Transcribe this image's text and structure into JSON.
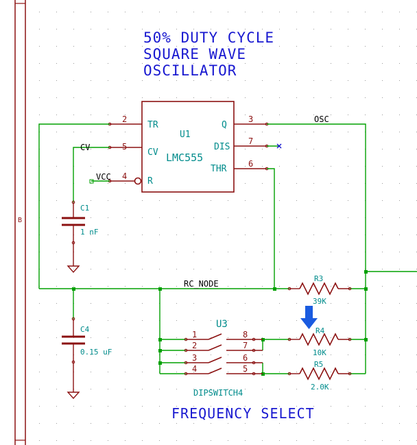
{
  "title": {
    "line1": "50% DUTY CYCLE",
    "line2": "SQUARE WAVE",
    "line3": "OSCILLATOR"
  },
  "footer": "FREQUENCY SELECT",
  "border_label": "B",
  "u1": {
    "ref": "U1",
    "value": "LMC555",
    "pins": [
      {
        "num": "2",
        "name": "TR"
      },
      {
        "num": "5",
        "name": "CV"
      },
      {
        "num": "4",
        "name": "R"
      },
      {
        "num": "3",
        "name": "Q"
      },
      {
        "num": "7",
        "name": "DIS"
      },
      {
        "num": "6",
        "name": "THR"
      }
    ]
  },
  "nets": {
    "cv": "CV",
    "vcc": "VCC",
    "osc": "OSC",
    "rc_node": "RC_NODE"
  },
  "c1": {
    "ref": "C1",
    "value": "1 nF"
  },
  "c4": {
    "ref": "C4",
    "value": "0.15 uF"
  },
  "r3": {
    "ref": "R3",
    "value": "39K"
  },
  "r4": {
    "ref": "R4",
    "value": "10K"
  },
  "r5": {
    "ref": "R5",
    "value": "2.0K"
  },
  "u3": {
    "ref": "U3",
    "value": "DIPSWITCH4",
    "left_pins": [
      "1",
      "2",
      "3",
      "4"
    ],
    "right_pins": [
      "8",
      "7",
      "6",
      "5"
    ]
  },
  "colors": {
    "wire": "#00a000",
    "component": "#8b1010",
    "label": "#008c8c",
    "title": "#1818d0",
    "marker": "#1a5be0"
  }
}
